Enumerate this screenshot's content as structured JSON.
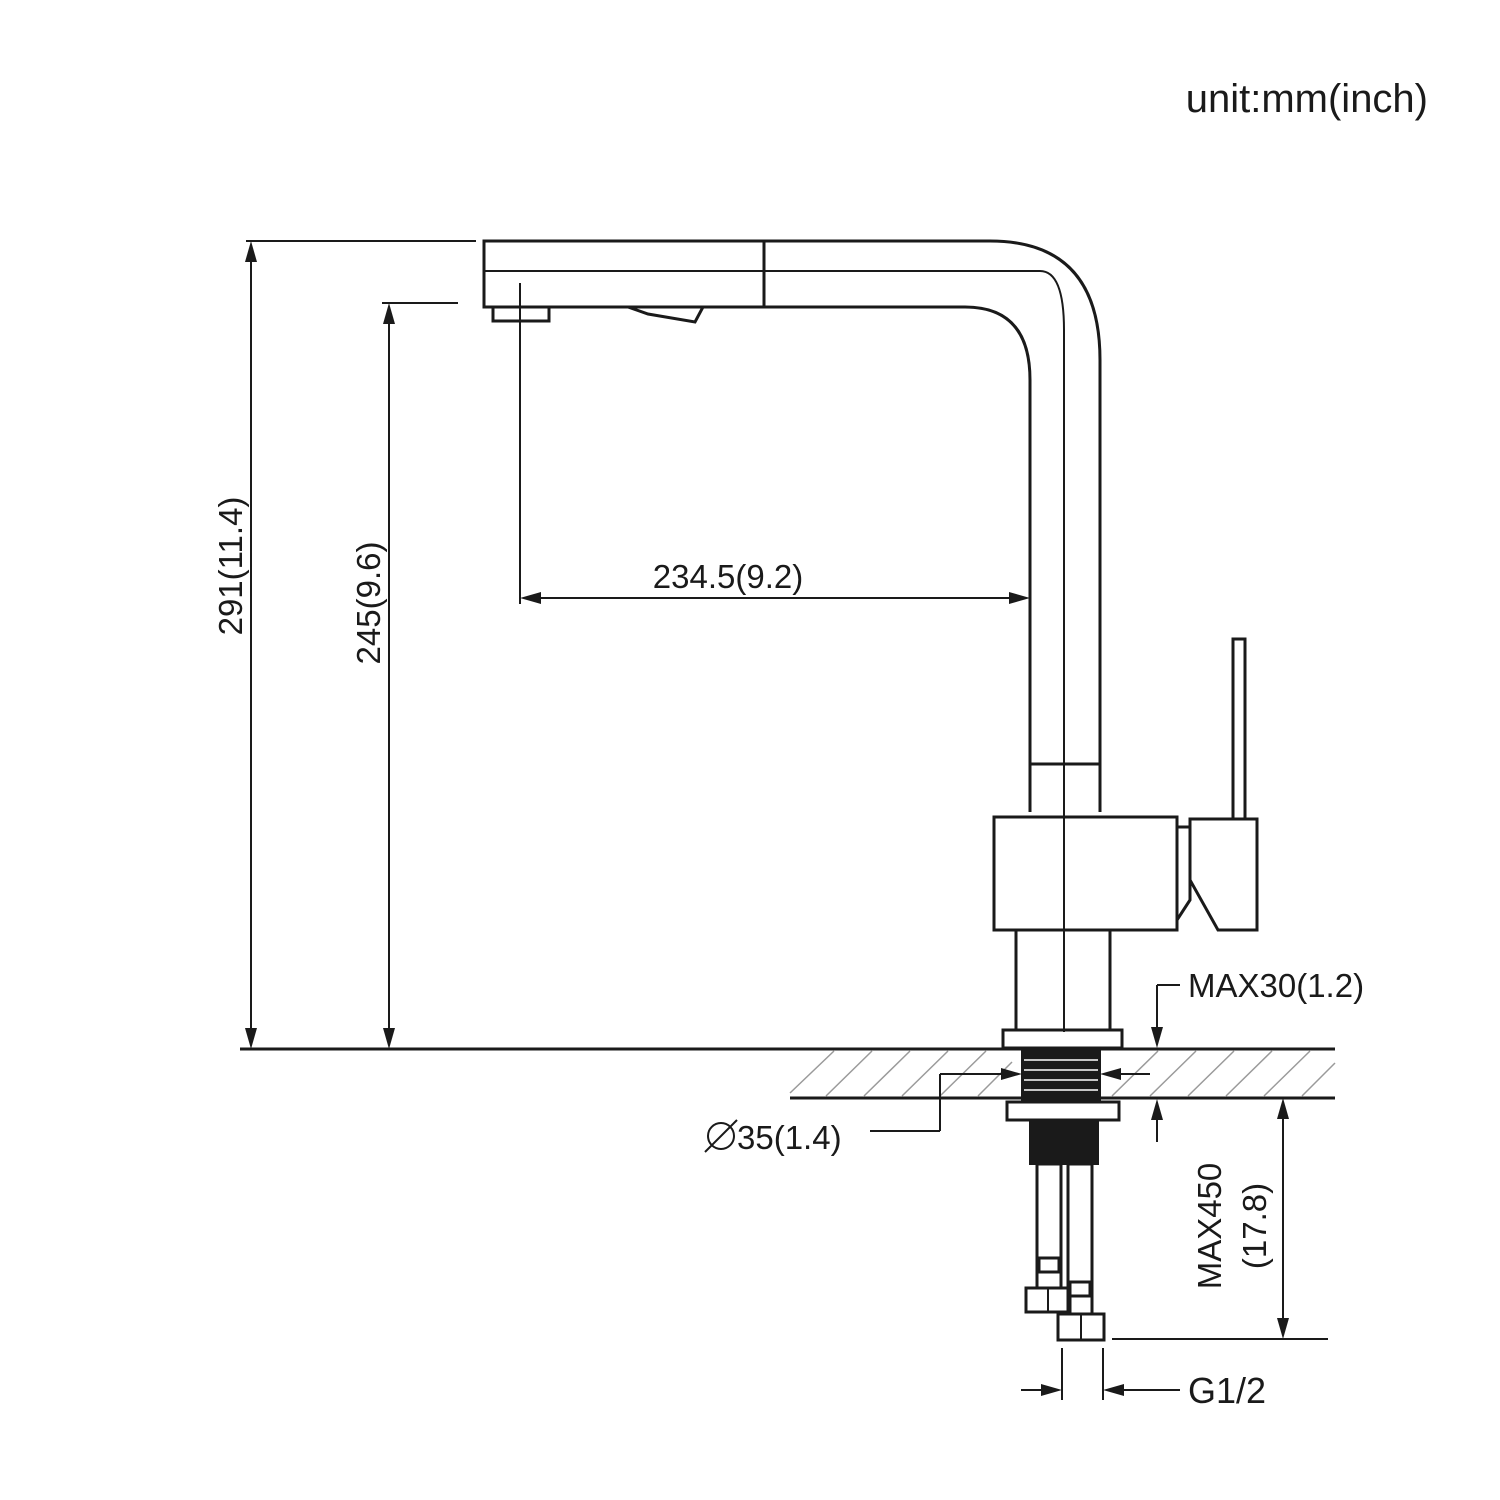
{
  "unit_label": "unit:mm(inch)",
  "dimensions": {
    "overall_height": "291(11.4)",
    "spout_height": "245(9.6)",
    "spout_reach": "234.5(9.2)",
    "max_deck_thickness": "MAX30(1.2)",
    "mounting_hole_diameter": "35(1.4)",
    "max_hose_length_line1": "MAX450",
    "max_hose_length_line2": "(17.8)",
    "connection_thread": "G1/2"
  },
  "colors": {
    "ink": "#1a1a1a",
    "hatch": "#9a9a9a",
    "background": "#ffffff"
  }
}
